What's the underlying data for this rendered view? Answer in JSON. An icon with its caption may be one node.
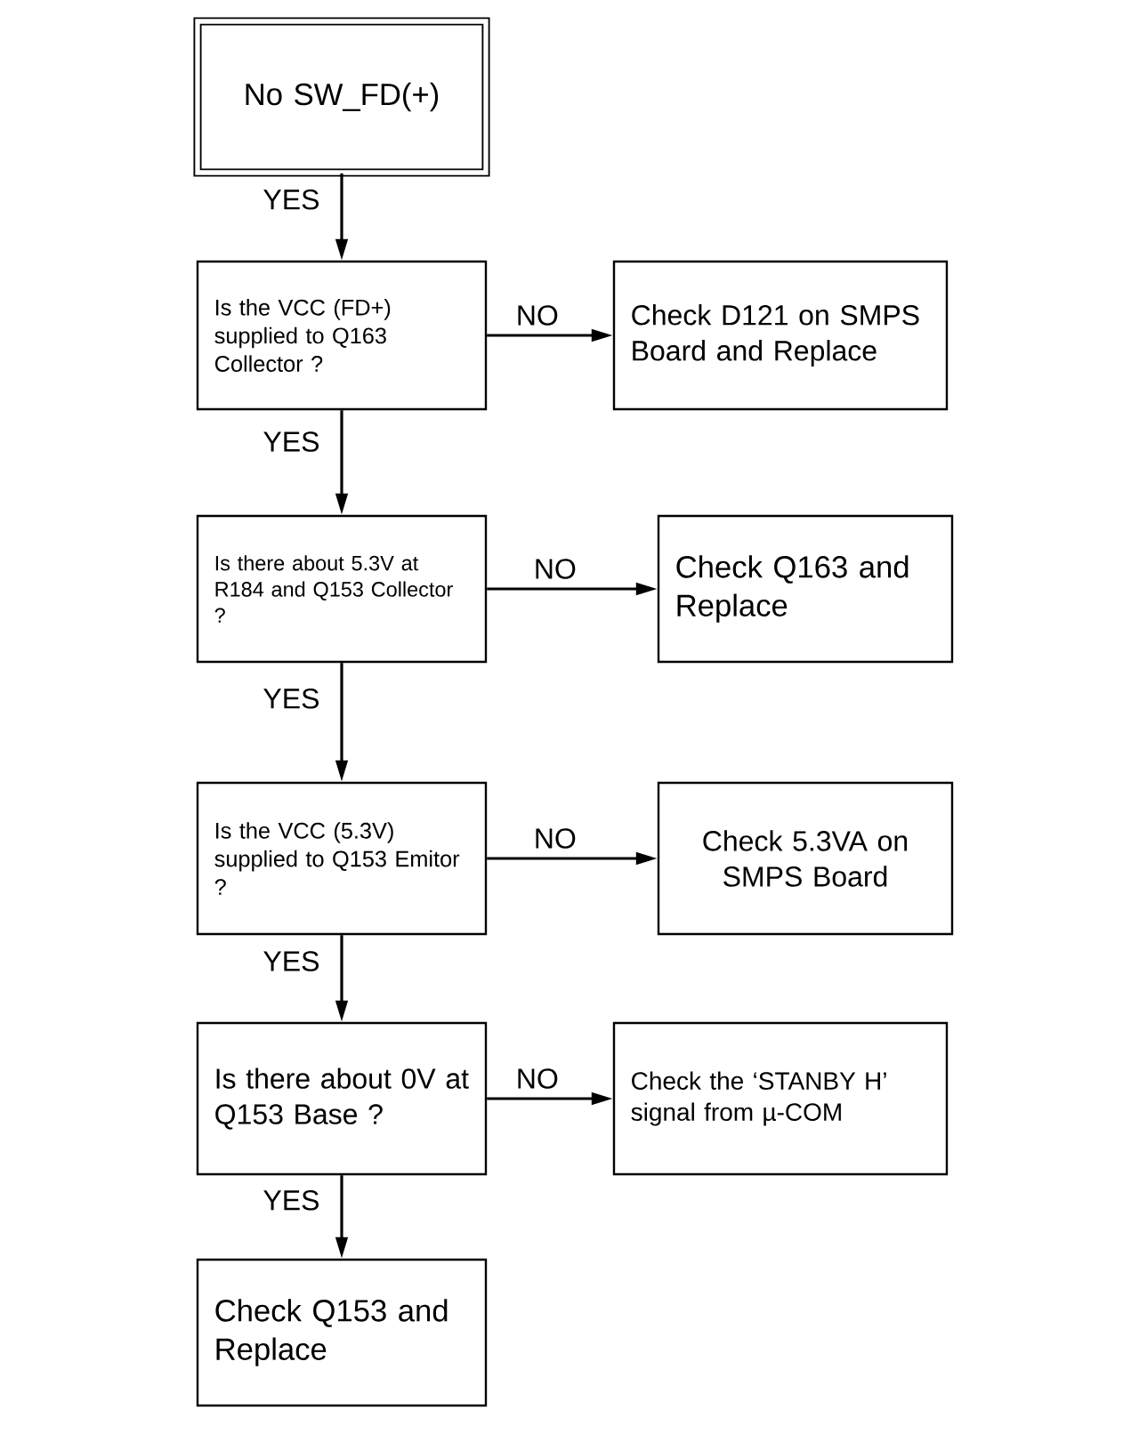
{
  "diagram": {
    "nodes": [
      {
        "text": [
          "No SW_FD(+)"
        ]
      },
      {
        "text": [
          "Is the VCC (FD+) supplied to Q163 Collector ?"
        ]
      },
      {
        "text": [
          "Check D121 on SMPS Board and Replace"
        ]
      },
      {
        "text": [
          "Is there about 5.3V at R184 and Q153 Collector ?"
        ]
      },
      {
        "text": [
          "Check Q163 and Replace"
        ]
      },
      {
        "text": [
          "Is the VCC (5.3V) supplied to Q153 Emitor ?"
        ]
      },
      {
        "text": [
          "Check 5.3VA on SMPS Board"
        ]
      },
      {
        "text": [
          "Is there about 0V at Q153 Base ?"
        ]
      },
      {
        "text": [
          "Check the ‘STANBY H’ signal from µ-COM"
        ]
      },
      {
        "text": [
          "Check Q153 and Replace"
        ]
      }
    ],
    "edges": [
      {
        "from": 0,
        "to": 1,
        "arrow": "to",
        "label": "YES"
      },
      {
        "from": 1,
        "to": 2,
        "arrow": "to",
        "label": "NO"
      },
      {
        "from": 1,
        "to": 3,
        "arrow": "to",
        "label": "YES"
      },
      {
        "from": 3,
        "to": 4,
        "arrow": "to",
        "label": "NO"
      },
      {
        "from": 3,
        "to": 5,
        "arrow": "to",
        "label": "YES"
      },
      {
        "from": 5,
        "to": 6,
        "arrow": "to",
        "label": "NO"
      },
      {
        "from": 5,
        "to": 7,
        "arrow": "to",
        "label": "YES"
      },
      {
        "from": 7,
        "to": 8,
        "arrow": "to",
        "label": "NO"
      },
      {
        "from": 7,
        "to": 9,
        "arrow": "to",
        "label": "YES"
      }
    ]
  }
}
